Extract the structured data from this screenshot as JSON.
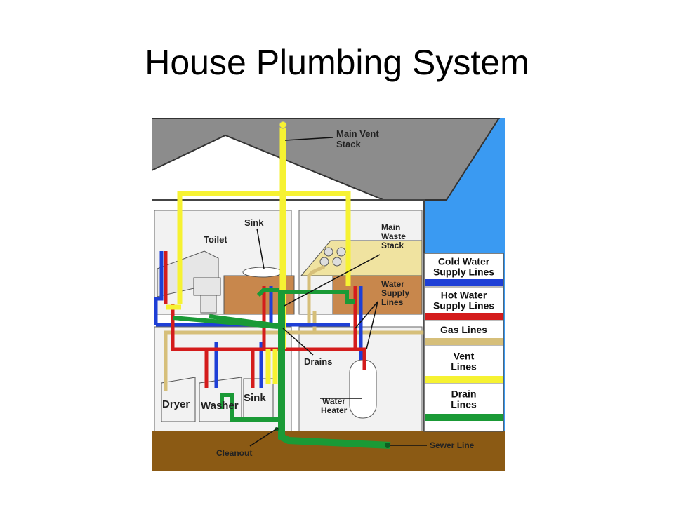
{
  "slide": {
    "title": "House Plumbing System"
  },
  "diagram": {
    "labels": {
      "main_vent_stack": [
        "Main Vent",
        "Stack"
      ],
      "sink_upper": "Sink",
      "toilet": "Toilet",
      "main_waste_stack": [
        "Main",
        "Waste",
        "Stack"
      ],
      "water_supply_lines": [
        "Water",
        "Supply",
        "Lines"
      ],
      "drains": "Drains",
      "water_heater": [
        "Water",
        "Heater"
      ],
      "dryer": "Dryer",
      "washer": "Washer",
      "sink_lower": "Sink",
      "cleanout": "Cleanout",
      "sewer_line": "Sewer Line"
    },
    "legend": [
      {
        "label": [
          "Cold Water",
          "Supply Lines"
        ],
        "color": "#1e3fd6"
      },
      {
        "label": [
          "Hot Water",
          "Supply Lines"
        ],
        "color": "#d41c1c"
      },
      {
        "label": [
          "Gas Lines"
        ],
        "color": "#d6bf7a"
      },
      {
        "label": [
          "Vent",
          "Lines"
        ],
        "color": "#f6f232"
      },
      {
        "label": [
          "Drain",
          "Lines"
        ],
        "color": "#1a9a36"
      }
    ]
  }
}
